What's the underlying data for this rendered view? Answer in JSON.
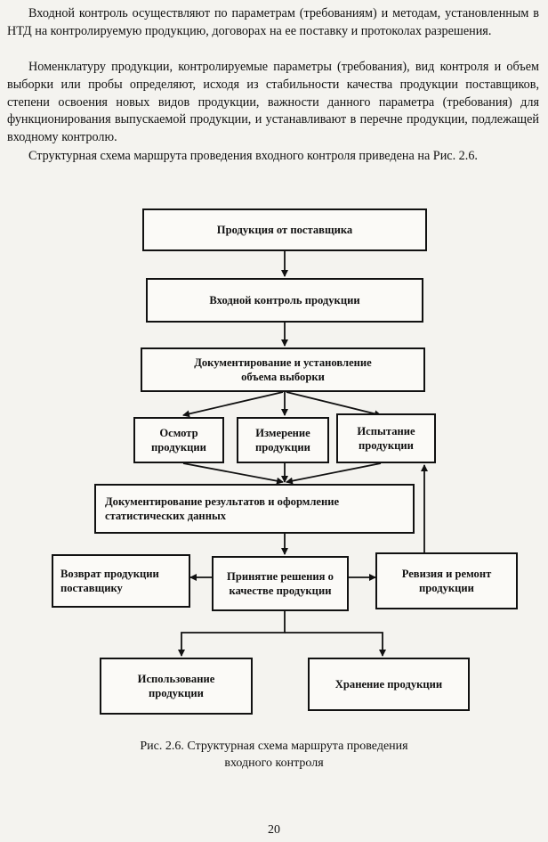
{
  "paragraphs": [
    "Входной контроль осуществляют по параметрам (требованиям) и методам, установленным в НТД на контролируемую продукцию, договорах на ее поставку и протоколах разрешения.",
    "Номенклатуру продукции, контролируемые параметры (требования), вид контроля и объем выборки или пробы определяют, исходя из стабильности качества продукции поставщиков, степени освоения новых видов продукции, важности данного параметра (требования) для функционирования выпускаемой продукции, и устанавливают в перечне продукции, подлежащей входному контролю.",
    "Структурная схема маршрута проведения входного контроля приведена на Рис. 2.6."
  ],
  "diagram": {
    "supplier_product": "Продукция от поставщика",
    "incoming_control": "Входной контроль продукции",
    "sampling_doc_1": "Документирование и установление",
    "sampling_doc_2": "объема выборки",
    "inspection_1": "Осмотр",
    "inspection_2": "продукции",
    "measurement_1": "Измерение",
    "measurement_2": "продукции",
    "testing_1": "Испытание",
    "testing_2": "продукции",
    "results_doc_1": "Документирование результатов и оформление",
    "results_doc_2": "статистических данных",
    "return_1": "Возврат продукции",
    "return_2": "поставщику",
    "decision_1": "Принятие решения о",
    "decision_2": "качестве продукции",
    "revision": "Ревизия и ремонт продукции",
    "usage_1": "Использование",
    "usage_2": "продукции",
    "storage": "Хранение продукции"
  },
  "caption": {
    "line1": "Рис. 2.6. Структурная схема маршрута проведения",
    "line2": "входного контроля"
  },
  "page_number": "20"
}
